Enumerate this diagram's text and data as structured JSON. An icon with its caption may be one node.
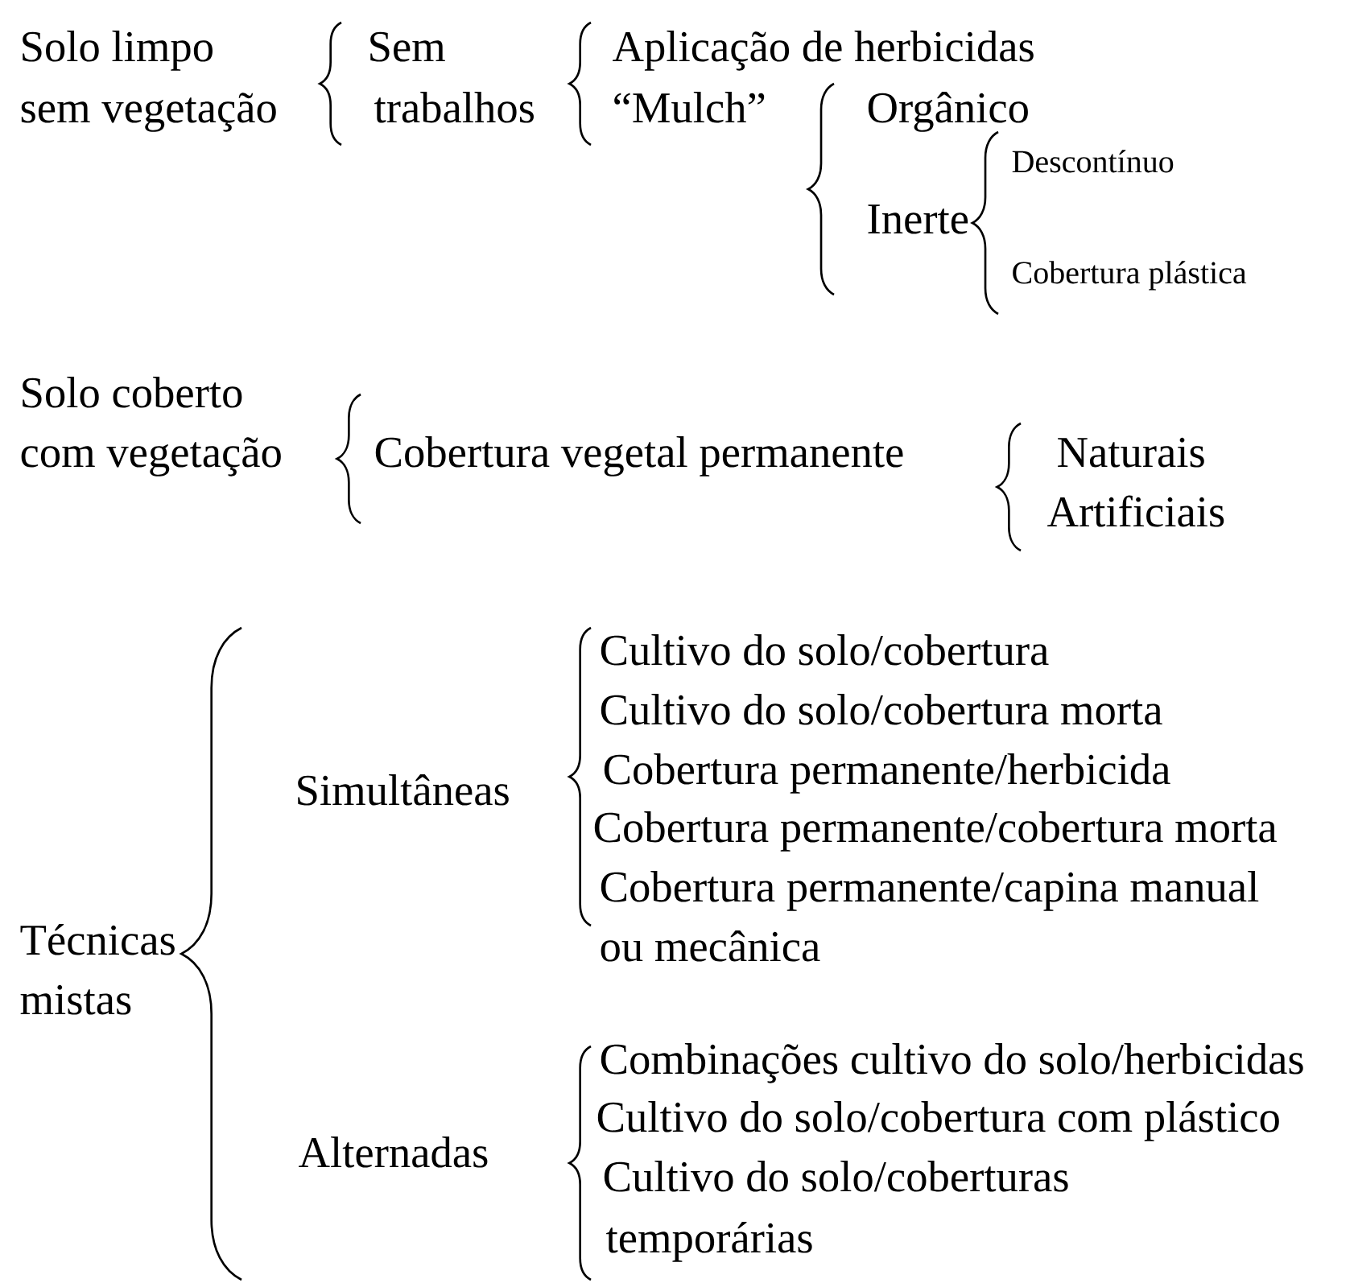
{
  "diagram": {
    "labels": [
      "Solo limpo",
      "Sem",
      "Aplicação de herbicidas",
      "sem vegetação",
      "trabalhos",
      "“Mulch”",
      "Orgânico",
      "Descontínuo",
      "Inerte",
      "Cobertura plástica",
      "Solo coberto",
      "com vegetação",
      "Cobertura vegetal permanente",
      "Naturais",
      "Artificiais",
      "Cultivo do solo/cobertura",
      "Cultivo do solo/cobertura morta",
      "Simultâneas",
      "Cobertura permanente/herbicida",
      "Cobertura permanente/cobertura morta",
      "Cobertura permanente/capina manual",
      "Técnicas",
      "ou mecânica",
      "mistas",
      "Combinações cultivo do solo/herbicidas",
      "Cultivo do solo/cobertura com plástico",
      "Alternadas",
      "Cultivo do solo/coberturas",
      "temporárias"
    ]
  }
}
